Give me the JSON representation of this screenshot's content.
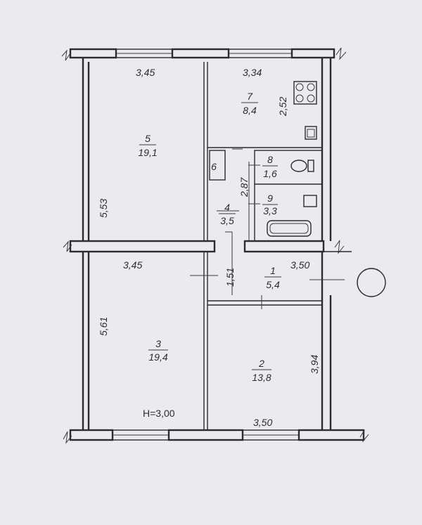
{
  "rooms": [
    {
      "number": "1",
      "area": "5,4"
    },
    {
      "number": "2",
      "area": "13,8"
    },
    {
      "number": "3",
      "area": "19,4"
    },
    {
      "number": "4",
      "area": "3,5"
    },
    {
      "number": "5",
      "area": "19,1"
    },
    {
      "number": "6",
      "area": ""
    },
    {
      "number": "7",
      "area": "8,4"
    },
    {
      "number": "8",
      "area": "1,6"
    },
    {
      "number": "9",
      "area": "3,3"
    }
  ],
  "dimensions": {
    "room5_width": "3,45",
    "room7_width": "3,34",
    "room7_depth": "2,52",
    "room5_depth": "5,53",
    "corridor_depth": "2,87",
    "room3_width": "3,45",
    "room1_width": "3,50",
    "room1_depth": "1,51",
    "room3_depth": "5,61",
    "room2_depth": "3,94",
    "room2_width": "3,50"
  },
  "ceiling_height": "H=3,00"
}
